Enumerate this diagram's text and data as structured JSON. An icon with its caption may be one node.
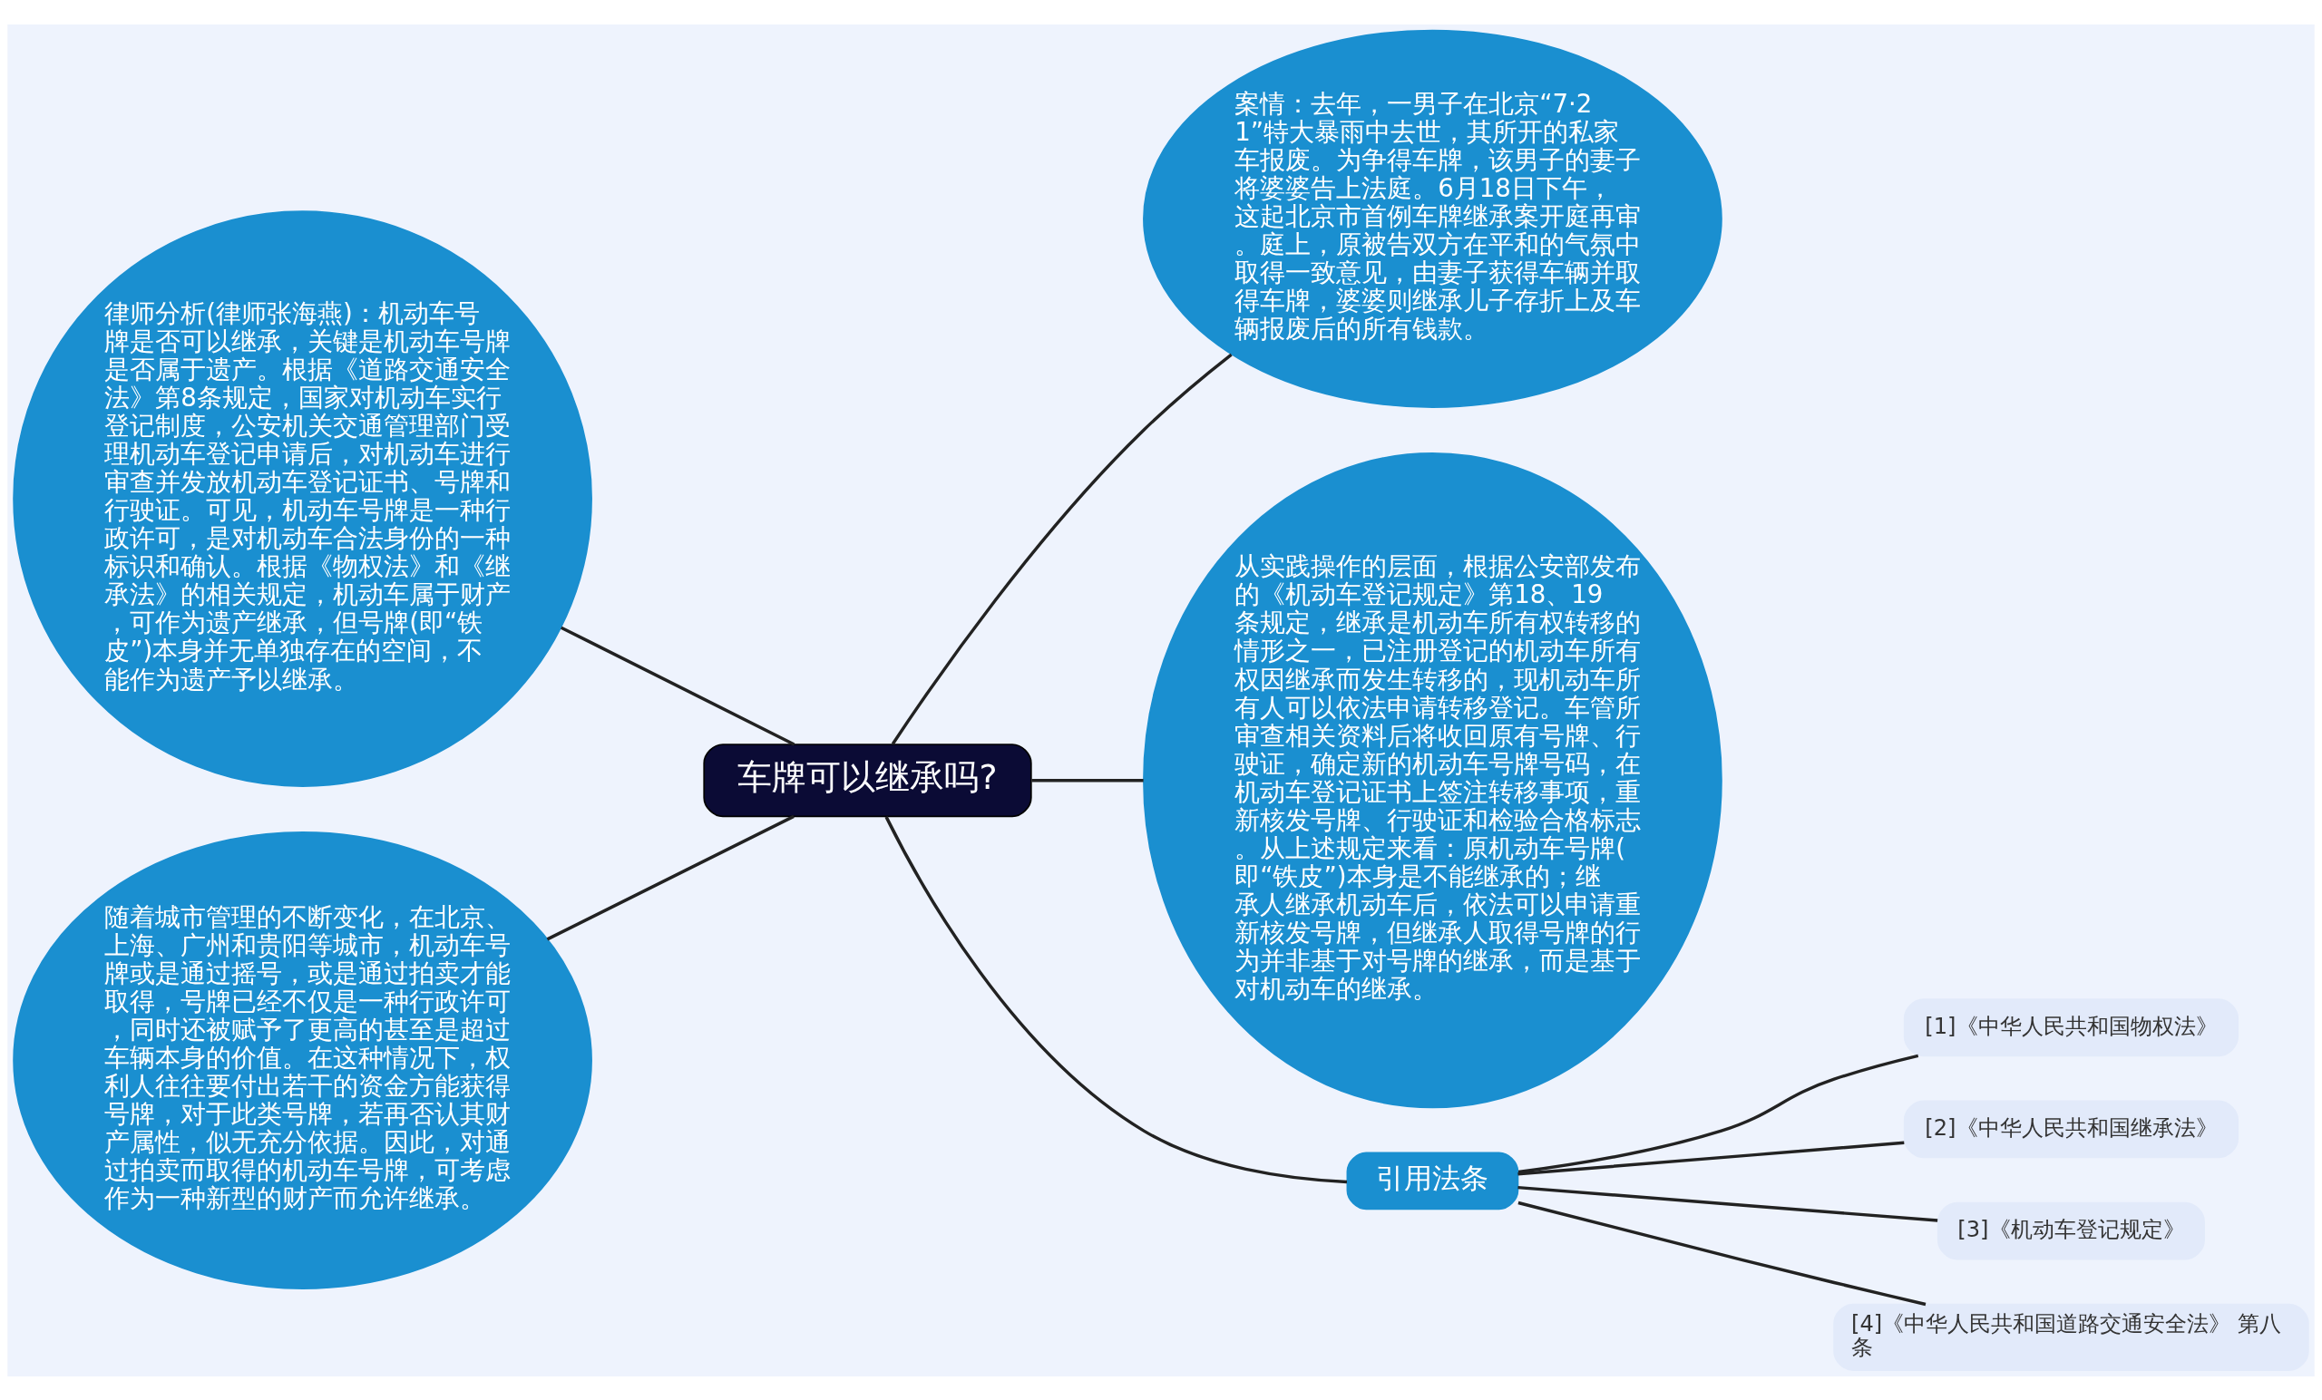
{
  "diagram": {
    "nodes": [
      {
        "text": [
          "车牌可以继承吗?"
        ]
      },
      {
        "text": [
          "律师分析(律师张海燕)：机动车号牌是否可以继承，关键是机动车号牌是否属于遗产。根据《道路交通安全法》第8条规定，国家对机动车实行登记制度，公安机关交通管理部门受理机动车登记申请后，对机动车进行审查并发放机动车登记证书、号牌和行驶证。可见，机动车号牌是一种行政许可，是对机动车合法身份的一种标识和确认。根据《物权法》和《继承法》的相关规定，机动车属于财产，可作为遗产继承，但号牌(即“铁皮”)本身并无单独存在的空间，不能作为遗产予以继承。"
        ]
      },
      {
        "text": [
          "案情：去年，一男子在北京“7·21”特大暴雨中去世，其所开的私家车报废。为争得车牌，该男子的妻子将婆婆告上法庭。6月18日下午，这起北京市首例车牌继承案开庭再审。庭上，原被告双方在平和的气氛中取得一致意见，由妻子获得车辆并取得车牌，婆婆则继承儿子存折上及车辆报废后的所有钱款。"
        ]
      },
      {
        "text": [
          "随着城市管理的不断变化，在北京、上海、广州和贵阳等城市，机动车号牌或是通过摇号，或是通过拍卖才能取得，号牌已经不仅是一种行政许可，同时还被赋予了更高的甚至是超过车辆本身的价值。在这种情况下，权利人往往要付出若干的资金方能获得号牌，对于此类号牌，若再否认其财产属性，似无充分依据。因此，对通过拍卖而取得的机动车号牌，可考虑作为一种新型的财产而允许继承。"
        ]
      },
      {
        "text": [
          "从实践操作的层面，根据公安部发布的《机动车登记规定》第18、19条规定，继承是机动车所有权转移的情形之一，已注册登记的机动车所有权因继承而发生转移的，现机动车所有人可以依法申请转移登记。车管所审查相关资料后将收回原有号牌、行驶证，确定新的机动车号牌号码，在机动车登记证书上签注转移事项，重新核发号牌、行驶证和检验合格标志。从上述规定来看：原机动车号牌(即“铁皮”)本身是不能继承的；继承人继承机动车后，依法可以申请重新核发号牌，但继承人取得号牌的行为并非基于对号牌的继承，而是基于对机动车的继承。"
        ]
      },
      {
        "text": [
          "引用法条"
        ]
      },
      {
        "text": [
          "[1]《中华人民共和国物权法》"
        ]
      },
      {
        "text": [
          "[2]《中华人民共和国继承法》"
        ]
      },
      {
        "text": [
          "[3]《机动车登记规定》"
        ]
      },
      {
        "text": [
          "[4]《中华人民共和国道路交通安全法》 第八条"
        ]
      }
    ],
    "edges": [
      {
        "from": 0,
        "to": 1,
        "arrow": "none"
      },
      {
        "from": 0,
        "to": 2,
        "arrow": "none"
      },
      {
        "from": 0,
        "to": 3,
        "arrow": "none"
      },
      {
        "from": 0,
        "to": 4,
        "arrow": "none"
      },
      {
        "from": 0,
        "to": 5,
        "arrow": "none"
      },
      {
        "from": 5,
        "to": 6,
        "arrow": "none"
      },
      {
        "from": 5,
        "to": 7,
        "arrow": "none"
      },
      {
        "from": 5,
        "to": 8,
        "arrow": "none"
      },
      {
        "from": 5,
        "to": 9,
        "arrow": "none"
      }
    ]
  }
}
